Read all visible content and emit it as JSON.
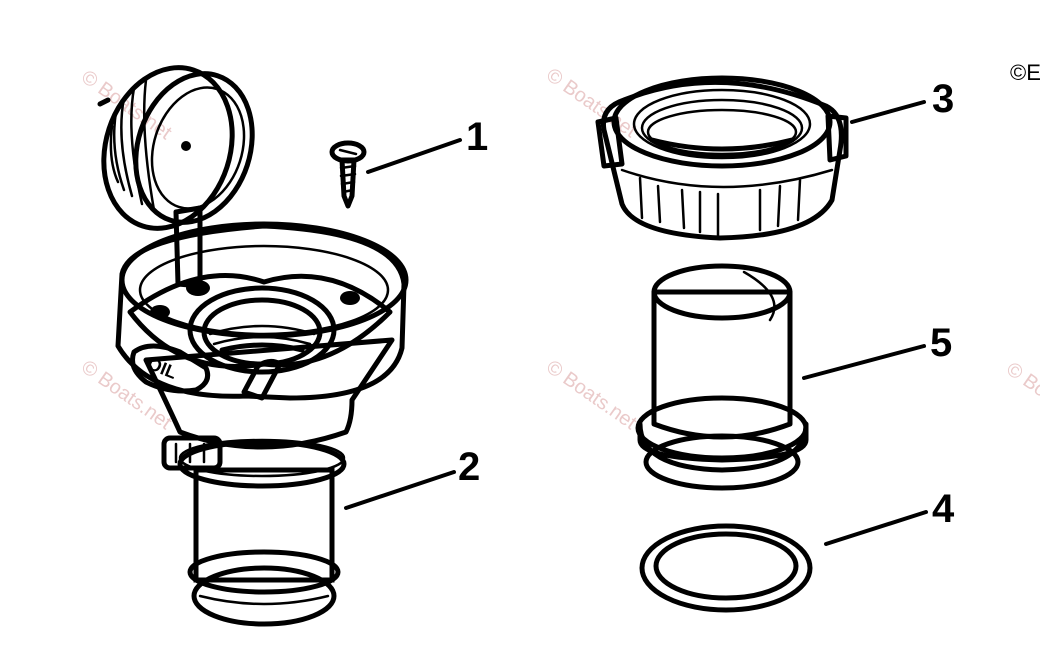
{
  "callouts": [
    {
      "label": "1"
    },
    {
      "label": "2"
    },
    {
      "label": "3"
    },
    {
      "label": "5"
    },
    {
      "label": "4"
    }
  ],
  "oil_label": "OIL",
  "watermarks": [
    "© Boats.net",
    "© Boats.net",
    "© Boats.net",
    "© Boats.net",
    "© Boats.net"
  ],
  "copyright_mark": "©E",
  "colors": {
    "line": "#000000",
    "background": "#ffffff",
    "watermark": "#d9a0a0"
  }
}
